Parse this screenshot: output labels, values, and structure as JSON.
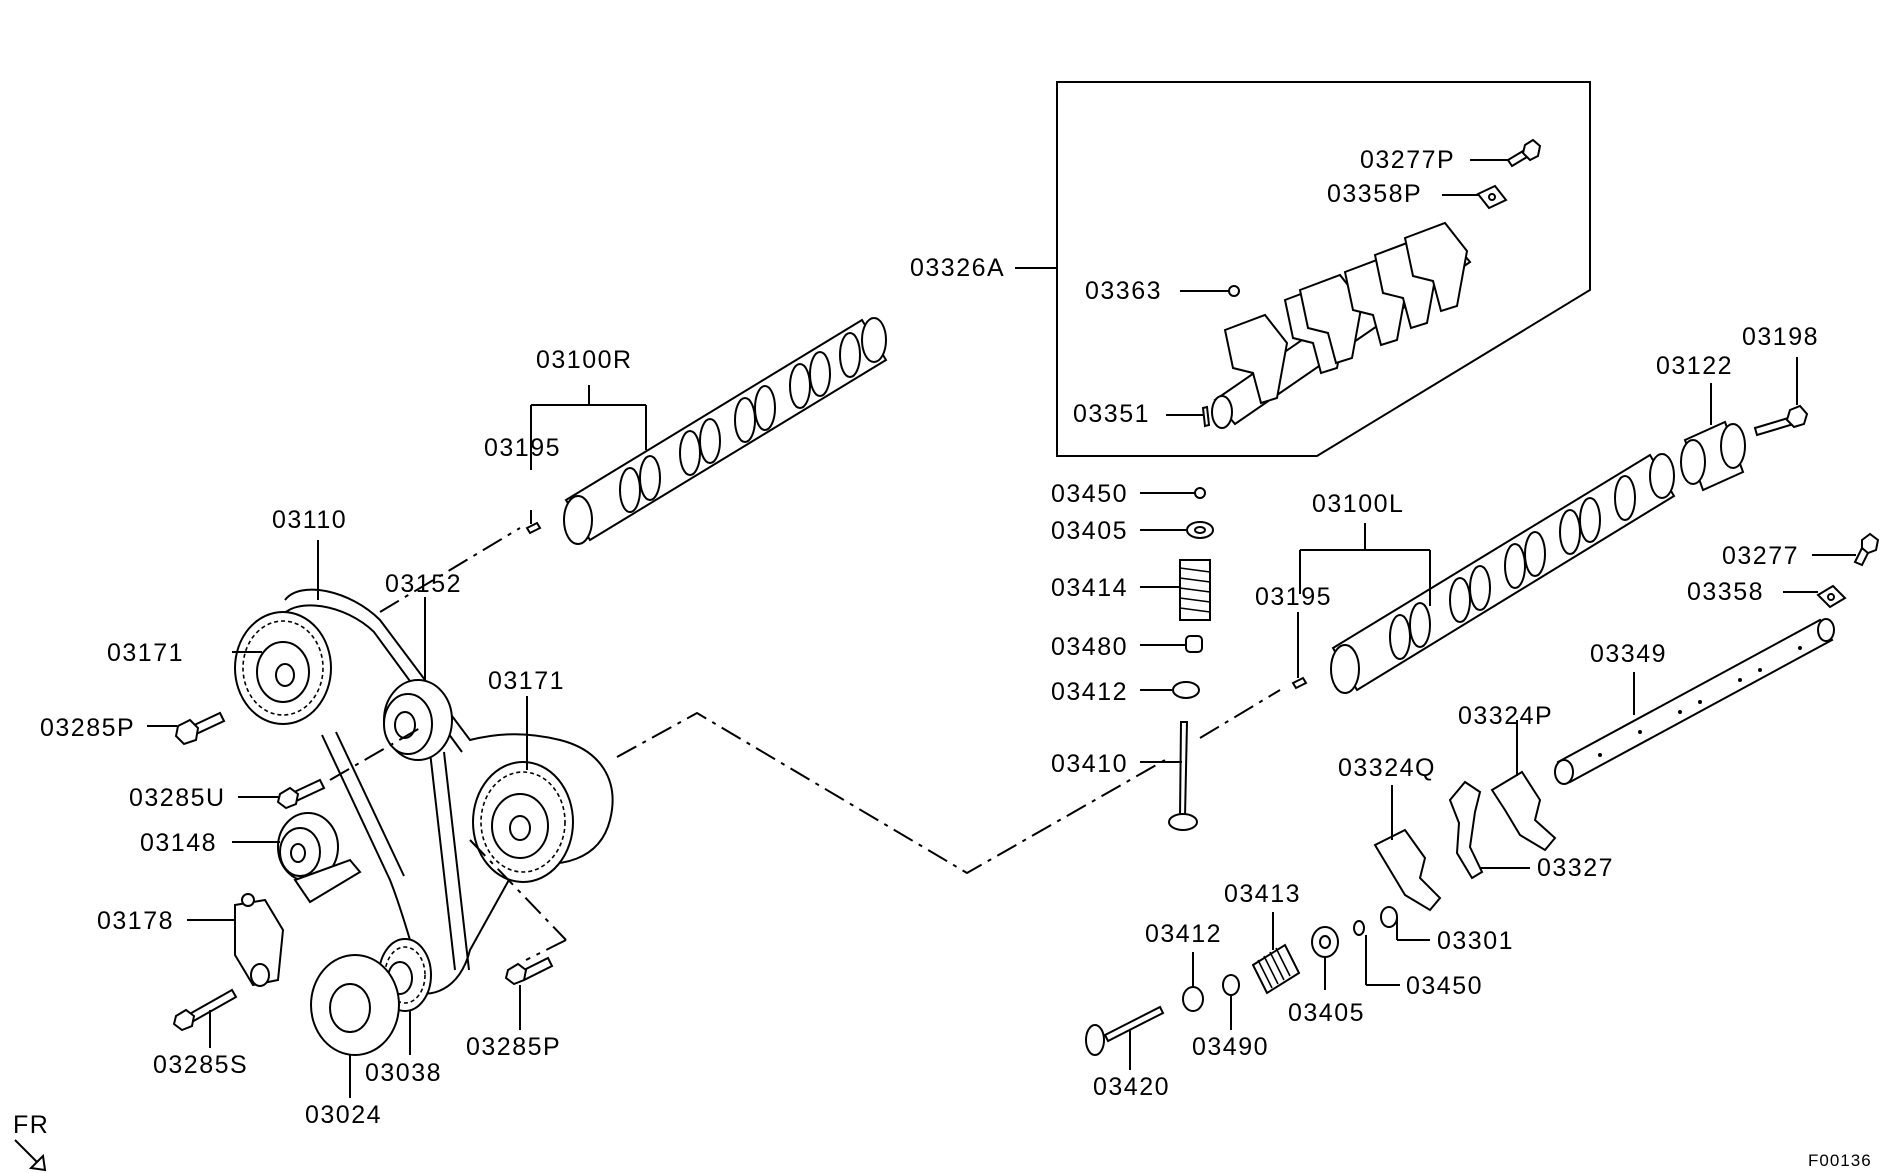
{
  "diagram": {
    "figure_code": "F00136",
    "direction_label": "FR",
    "callouts": [
      {
        "id": "c-03326A",
        "text": "03326A"
      },
      {
        "id": "c-03277P",
        "text": "03277P"
      },
      {
        "id": "c-03358P",
        "text": "03358P"
      },
      {
        "id": "c-03363",
        "text": "03363"
      },
      {
        "id": "c-03351",
        "text": "03351"
      },
      {
        "id": "c-03100R",
        "text": "03100R"
      },
      {
        "id": "c-03195a",
        "text": "03195"
      },
      {
        "id": "c-03110",
        "text": "03110"
      },
      {
        "id": "c-03152",
        "text": "03152"
      },
      {
        "id": "c-03171a",
        "text": "03171"
      },
      {
        "id": "c-03285Pa",
        "text": "03285P"
      },
      {
        "id": "c-03171b",
        "text": "03171"
      },
      {
        "id": "c-03285U",
        "text": "03285U"
      },
      {
        "id": "c-03148",
        "text": "03148"
      },
      {
        "id": "c-03178",
        "text": "03178"
      },
      {
        "id": "c-03285S",
        "text": "03285S"
      },
      {
        "id": "c-03038",
        "text": "03038"
      },
      {
        "id": "c-03024",
        "text": "03024"
      },
      {
        "id": "c-03285Pb",
        "text": "03285P"
      },
      {
        "id": "c-03450a",
        "text": "03450"
      },
      {
        "id": "c-03405a",
        "text": "03405"
      },
      {
        "id": "c-03414",
        "text": "03414"
      },
      {
        "id": "c-03480",
        "text": "03480"
      },
      {
        "id": "c-03412a",
        "text": "03412"
      },
      {
        "id": "c-03410",
        "text": "03410"
      },
      {
        "id": "c-03100L",
        "text": "03100L"
      },
      {
        "id": "c-03195b",
        "text": "03195"
      },
      {
        "id": "c-03122",
        "text": "03122"
      },
      {
        "id": "c-03198",
        "text": "03198"
      },
      {
        "id": "c-03277",
        "text": "03277"
      },
      {
        "id": "c-03358",
        "text": "03358"
      },
      {
        "id": "c-03349",
        "text": "03349"
      },
      {
        "id": "c-03324P",
        "text": "03324P"
      },
      {
        "id": "c-03324Q",
        "text": "03324Q"
      },
      {
        "id": "c-03327",
        "text": "03327"
      },
      {
        "id": "c-03413",
        "text": "03413"
      },
      {
        "id": "c-03412b",
        "text": "03412"
      },
      {
        "id": "c-03301",
        "text": "03301"
      },
      {
        "id": "c-03450b",
        "text": "03450"
      },
      {
        "id": "c-03405b",
        "text": "03405"
      },
      {
        "id": "c-03490",
        "text": "03490"
      },
      {
        "id": "c-03420",
        "text": "03420"
      }
    ]
  }
}
